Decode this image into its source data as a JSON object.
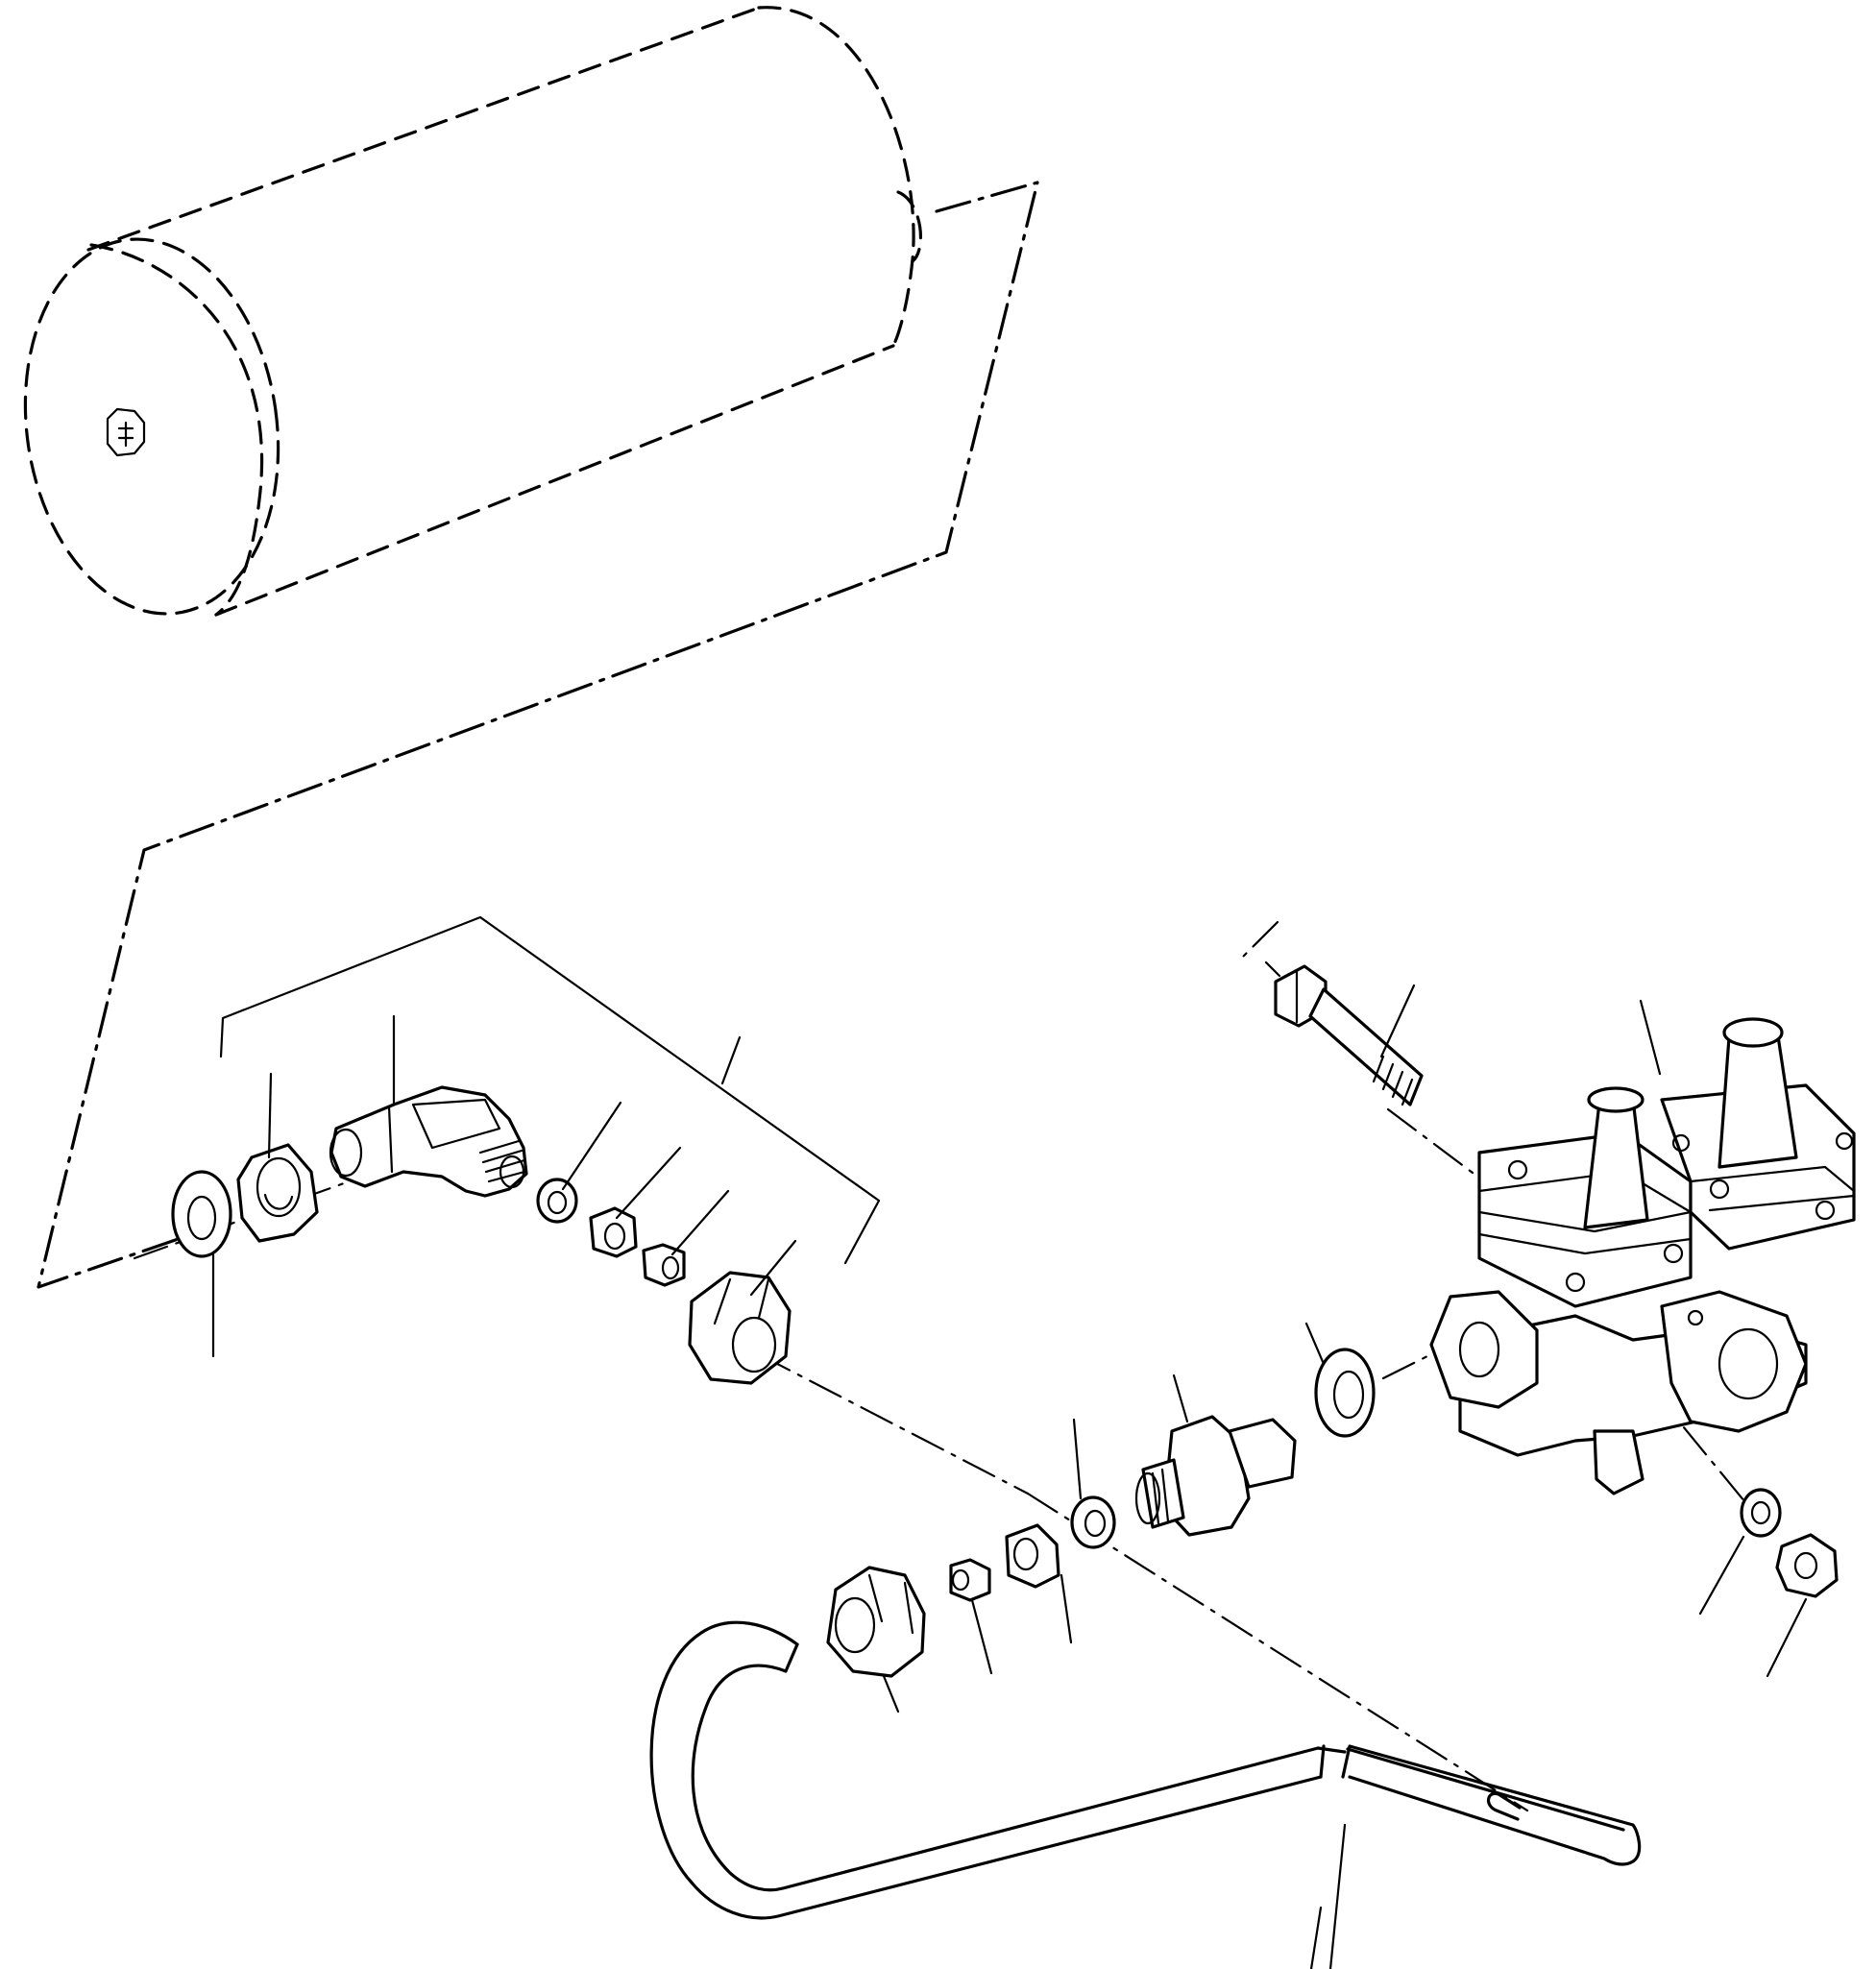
{
  "diagram": {
    "kind": "exploded-parts-view",
    "parts": [
      "tank",
      "mounting-bracket-outline",
      "washer",
      "lock-nut",
      "elbow-fitting",
      "sealing-ring",
      "sleeve",
      "olive",
      "union-nut",
      "bolt",
      "valve-block",
      "gasket",
      "adapter-nipple",
      "pipe",
      "nut"
    ],
    "colors": {
      "ink": "#000000",
      "paper": "#ffffff"
    }
  }
}
